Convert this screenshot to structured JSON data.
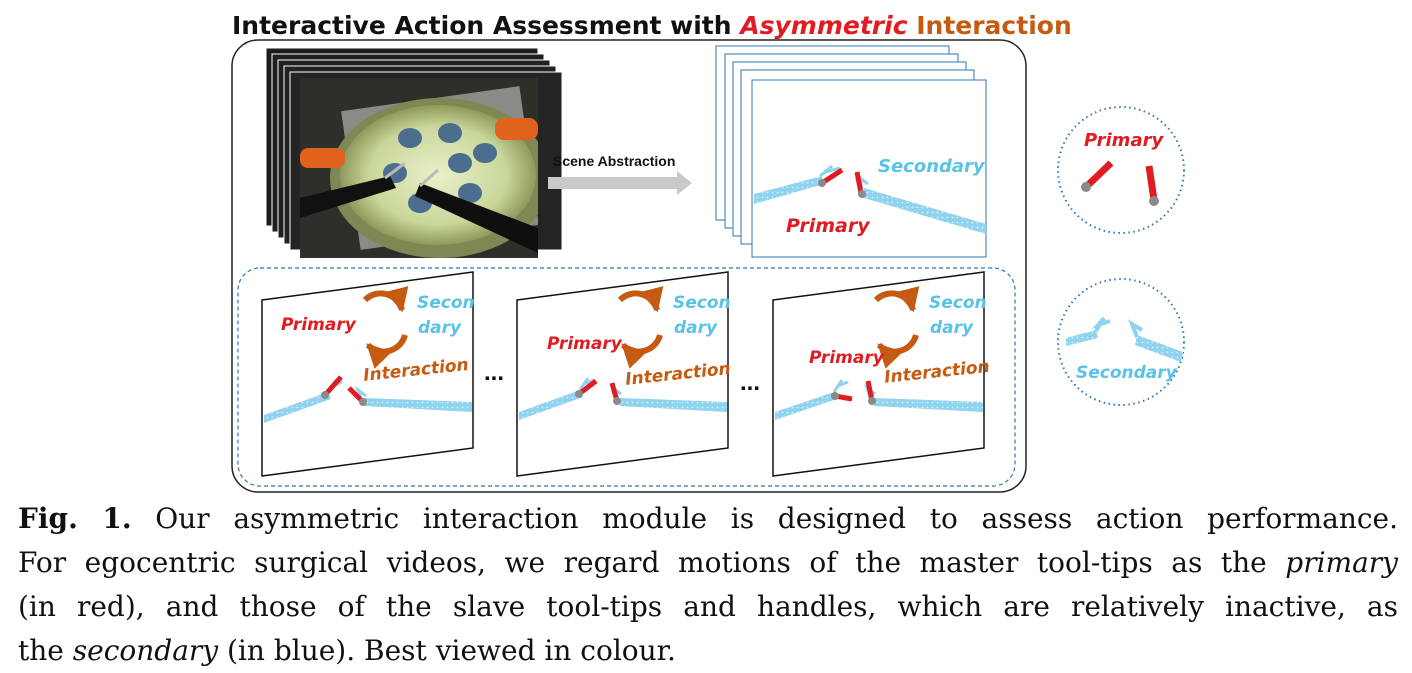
{
  "figure": {
    "title_part1": "Interactive Action Assessment with ",
    "title_part2": "Asymmetric",
    "title_part3": " Interaction",
    "arrow_label": "Scene Abstraction",
    "top_secondary_label": "Secondary",
    "top_primary_label": "Primary",
    "panels": [
      {
        "primary": "Primary",
        "secondary_1": "Secon",
        "secondary_2": "dary",
        "interaction": "Interaction"
      },
      {
        "primary": "Primary",
        "secondary_1": "Secon",
        "secondary_2": "dary",
        "interaction": "Interaction"
      },
      {
        "primary": "Primary",
        "secondary_1": "Secon",
        "secondary_2": "dary",
        "interaction": "Interaction"
      }
    ],
    "ellipsis": "...",
    "legend_primary": "Primary",
    "legend_secondary": "Secondary",
    "colors": {
      "primary": "#e11b22",
      "secondary": "#5bc2e7",
      "interaction": "#c55a11",
      "legend_border": "#2e75b6"
    }
  },
  "caption": {
    "fig_label": "Fig. 1.",
    "line1": " Our asymmetric interaction module is designed to assess action performance.",
    "line2a": "For egocentric surgical videos, we regard motions of the master tool-tips as the ",
    "line2b": "primary",
    "line3": "(in red), and those of the slave tool-tips and handles, which are relatively inactive, as",
    "line4a": "the ",
    "line4b": "secondary",
    "line4c": " (in blue). Best viewed in colour."
  }
}
